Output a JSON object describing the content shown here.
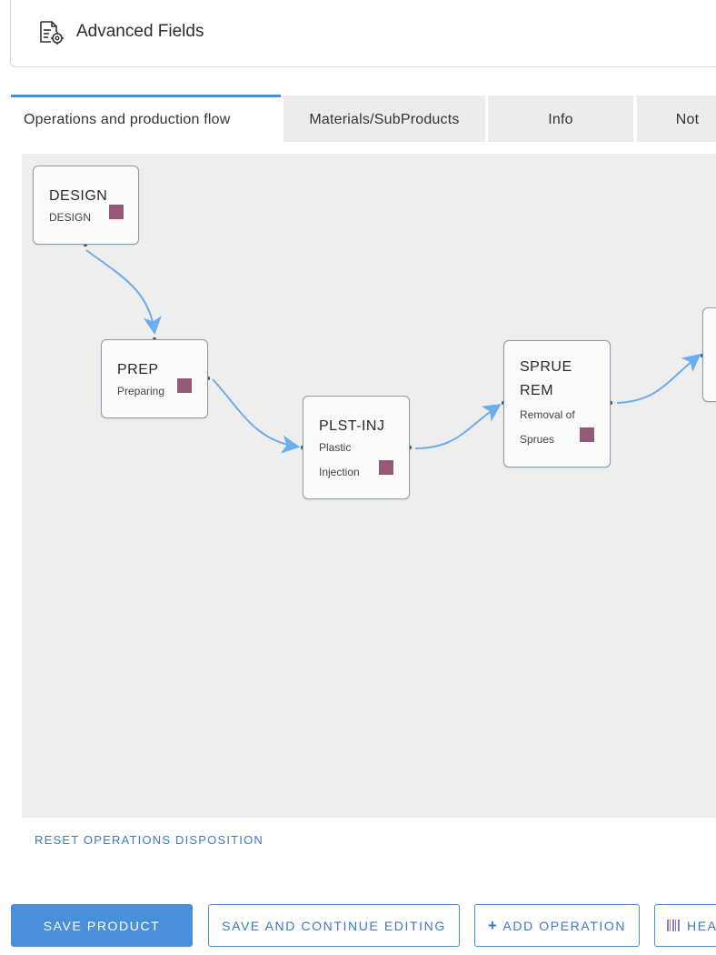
{
  "header": {
    "title": "Advanced Fields",
    "icon": "document-settings-icon"
  },
  "tabs": [
    {
      "label": "Operations and production flow",
      "active": true
    },
    {
      "label": "Materials/SubProducts",
      "active": false
    },
    {
      "label": "Info",
      "active": false
    },
    {
      "label": "Not",
      "active": false
    }
  ],
  "flow": {
    "nodes": [
      {
        "code": "DESIGN",
        "desc": [
          "DESIGN"
        ],
        "color": "#955a75"
      },
      {
        "code": "PREP",
        "desc": [
          "Preparing"
        ],
        "color": "#955a75"
      },
      {
        "code": "PLST-INJ",
        "desc": [
          "Plastic",
          "Injection"
        ],
        "color": "#955a75"
      },
      {
        "code": "SPRUE REM",
        "code_lines": [
          "SPRUE",
          "REM"
        ],
        "desc": [
          "Removal of",
          "Sprues"
        ],
        "color": "#955a75"
      }
    ],
    "edge_color": "#6aaef0"
  },
  "reset_link": "RESET OPERATIONS DISPOSITION",
  "buttons": {
    "save": "SAVE PRODUCT",
    "save_continue": "SAVE AND CONTINUE EDITING",
    "add_operation": "ADD OPERATION",
    "header": "HEA"
  }
}
